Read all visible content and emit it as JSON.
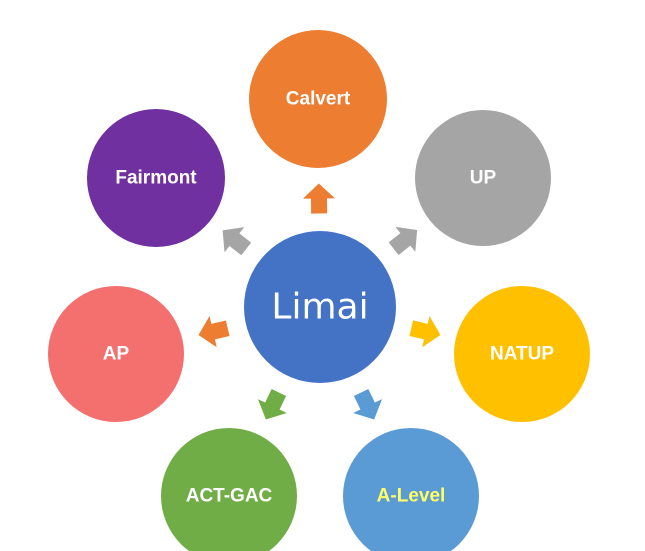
{
  "center": {
    "label": "Limai",
    "color": "#4472C4",
    "text_color": "#FFFFFF"
  },
  "nodes": [
    {
      "id": "calvert",
      "label": "Calvert",
      "color": "#ED7D31",
      "text_color": "#FFFFFF",
      "arrow_color": "#ED7D31"
    },
    {
      "id": "up",
      "label": "UP",
      "color": "#A5A5A5",
      "text_color": "#FFFFFF",
      "arrow_color": "#A5A5A5"
    },
    {
      "id": "natup",
      "label": "NATUP",
      "color": "#FFC000",
      "text_color": "#FFFFFF",
      "arrow_color": "#FFC000"
    },
    {
      "id": "a-level",
      "label": "A-Level",
      "color": "#5B9BD5",
      "text_color": "#FFFF66",
      "arrow_color": "#5B9BD5"
    },
    {
      "id": "act-gac",
      "label": "ACT-GAC",
      "color": "#70AD47",
      "text_color": "#FFFFFF",
      "arrow_color": "#70AD47"
    },
    {
      "id": "ap",
      "label": "AP",
      "color": "#F4706F",
      "text_color": "#FFFFFF",
      "arrow_color": "#ED7D31"
    },
    {
      "id": "fairmont",
      "label": "Fairmont",
      "color": "#7030A0",
      "text_color": "#FFFFFF",
      "arrow_color": "#A5A5A5"
    }
  ]
}
